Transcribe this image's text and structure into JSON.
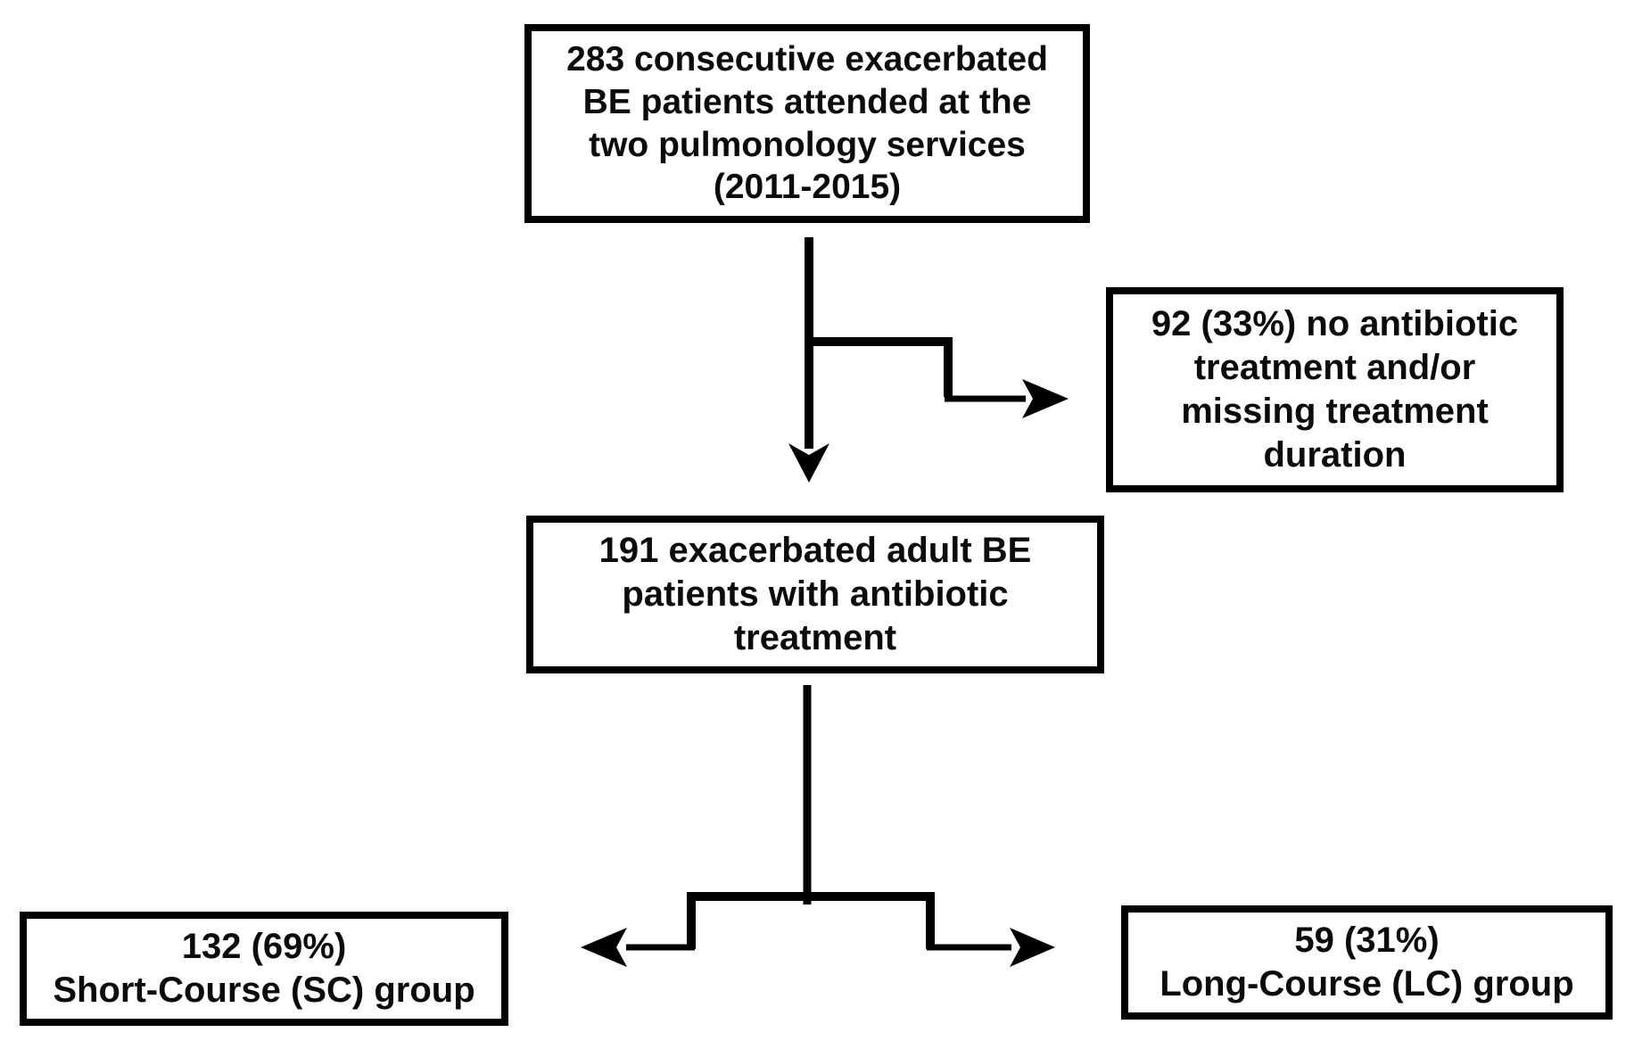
{
  "diagram": {
    "type": "flowchart",
    "background": "#ffffff",
    "line_color": "#000000",
    "text_color": "#0b0b0b",
    "nodes": {
      "enrolled": {
        "lines": [
          "283 consecutive exacerbated",
          "BE patients attended at the",
          "two pulmonology services",
          "(2011-2015)"
        ]
      },
      "excluded": {
        "lines": [
          "92 (33%) no antibiotic",
          "treatment and/or",
          "missing treatment",
          "duration"
        ]
      },
      "treated": {
        "lines": [
          "191 exacerbated adult BE",
          "patients with antibiotic",
          "treatment"
        ]
      },
      "short_course": {
        "lines": [
          "132 (69%)",
          "Short-Course (SC) group"
        ]
      },
      "long_course": {
        "lines": [
          "59 (31%)",
          "Long-Course (LC) group"
        ]
      }
    },
    "edges": [
      {
        "from": "enrolled",
        "to": "treated",
        "style": "arrow-down"
      },
      {
        "from": "enrolled",
        "to": "excluded",
        "style": "step-branch-arrow-right"
      },
      {
        "from": "treated",
        "to": "short_course",
        "style": "step-branch-arrow-left"
      },
      {
        "from": "treated",
        "to": "long_course",
        "style": "step-branch-arrow-right"
      }
    ]
  }
}
